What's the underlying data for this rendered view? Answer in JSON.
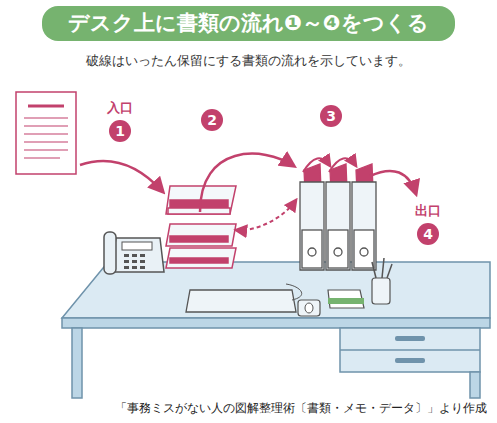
{
  "diagram": {
    "title": "デスク上に書類の流れ❶～❹をつくる",
    "caption": "「事務ミスがない人の図解整理術〔書類・メモ・データ〕」より作成",
    "nodes": [
      {
        "text": [
          "入口",
          "1"
        ]
      },
      {
        "text": [
          "2"
        ]
      },
      {
        "text": [
          "3"
        ]
      },
      {
        "text": [
          "出口",
          "4"
        ]
      }
    ],
    "labels": [
      "破線はいったん保留にする書類の流れを示しています。"
    ]
  }
}
